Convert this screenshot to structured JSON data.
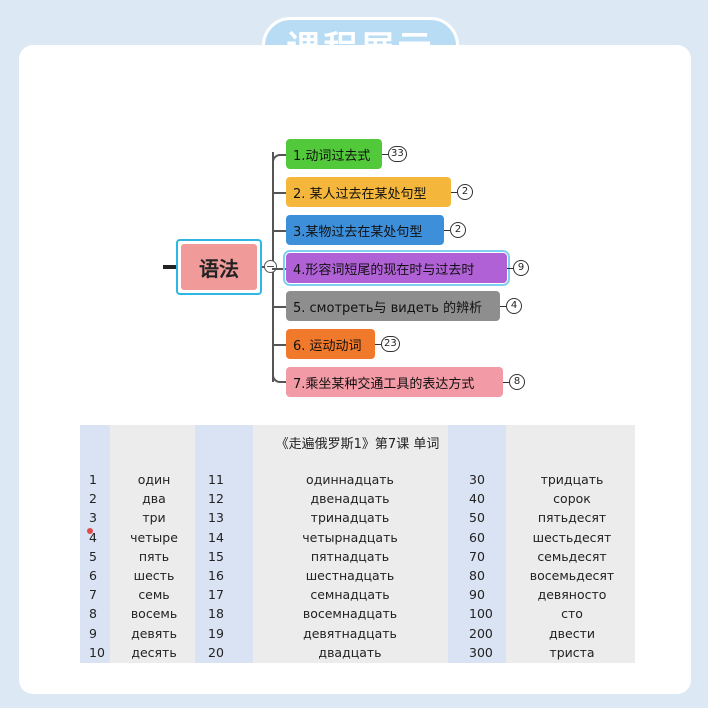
{
  "page_title": "课程展示",
  "mindmap": {
    "root": "语法",
    "branches": [
      {
        "label": "1.动词过去式",
        "count": "33",
        "color": "#52c93a"
      },
      {
        "label": "2. 某人过去在某处句型",
        "count": "2",
        "color": "#f5b73b"
      },
      {
        "label": "3.某物过去在某处句型",
        "count": "2",
        "color": "#3d8fd9"
      },
      {
        "label": "4.形容词短尾的现在时与过去时",
        "count": "9",
        "color": "#b061d6"
      },
      {
        "label": "5. смотреть与 видеть 的辨析",
        "count": "4",
        "color": "#8e8e8e"
      },
      {
        "label": "6. 运动动词",
        "count": "23",
        "color": "#f0792b"
      },
      {
        "label": "7.乘坐某种交通工具的表达方式",
        "count": "8",
        "color": "#f29aa6"
      }
    ]
  },
  "vocab": {
    "title": "《走遍俄罗斯1》第7课 单词",
    "rows": [
      {
        "n1": "1",
        "w1": "один",
        "n2": "11",
        "w2": "одиннадцать",
        "n3": "30",
        "w3": "тридцать"
      },
      {
        "n1": "2",
        "w1": "два",
        "n2": "12",
        "w2": "двенадцать",
        "n3": "40",
        "w3": "сорок"
      },
      {
        "n1": "3",
        "w1": "три",
        "n2": "13",
        "w2": "тринадцать",
        "n3": "50",
        "w3": "пятьдесят"
      },
      {
        "n1": "4",
        "w1": "четыре",
        "n2": "14",
        "w2": "четырнадцать",
        "n3": "60",
        "w3": "шестьдесят"
      },
      {
        "n1": "5",
        "w1": "пять",
        "n2": "15",
        "w2": "пятнадцать",
        "n3": "70",
        "w3": "семьдесят"
      },
      {
        "n1": "6",
        "w1": "шесть",
        "n2": "16",
        "w2": "шестнадцать",
        "n3": "80",
        "w3": "восемьдесят"
      },
      {
        "n1": "7",
        "w1": "семь",
        "n2": "17",
        "w2": "семнадцать",
        "n3": "90",
        "w3": "девяносто"
      },
      {
        "n1": "8",
        "w1": "восемь",
        "n2": "18",
        "w2": "восемнадцать",
        "n3": "100",
        "w3": "сто"
      },
      {
        "n1": "9",
        "w1": "девять",
        "n2": "19",
        "w2": "девятнадцать",
        "n3": "200",
        "w3": "двести"
      },
      {
        "n1": "10",
        "w1": "десять",
        "n2": "20",
        "w2": "двадцать",
        "n3": "300",
        "w3": "триста"
      }
    ]
  }
}
